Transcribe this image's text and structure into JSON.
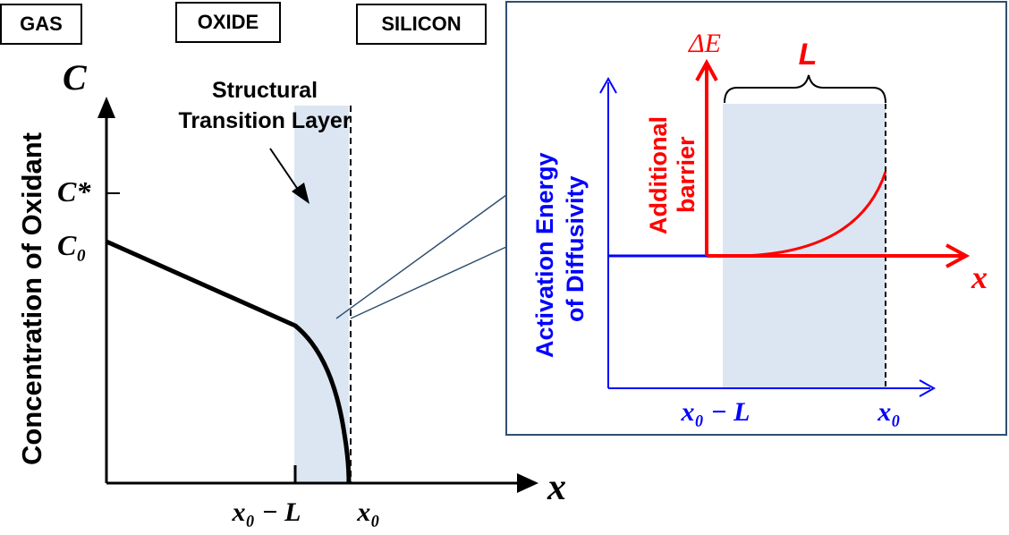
{
  "region_labels": {
    "gas": "GAS",
    "oxide": "OXIDE",
    "silicon": "SILICON"
  },
  "main_plot": {
    "ylabel": "Concentration of Oxidant",
    "y_axis_symbol": "C",
    "y_ticks": {
      "c_star": "C*",
      "c_zero": "C₀"
    },
    "x_axis_symbol": "x",
    "x_ticks": {
      "x0_minus_L": "x₀ − L",
      "x0": "x₀"
    },
    "annotation_line1": "Structural",
    "annotation_line2": "Transition Layer"
  },
  "inset": {
    "ylabel_line1": "Activation Energy",
    "ylabel_line2": "of Diffusivity",
    "red_label_line1": "Additional",
    "red_label_line2": "barrier",
    "delta_e": "ΔE",
    "brace_label": "L",
    "x_axis_symbol": "x",
    "x_ticks": {
      "x0_minus_L": "x₀ − L",
      "x0": "x₀"
    }
  },
  "colors": {
    "shade": "#dce6f2",
    "blue": "#0000ff",
    "red": "#ff0000",
    "inset_border": "#2f4f6f"
  }
}
